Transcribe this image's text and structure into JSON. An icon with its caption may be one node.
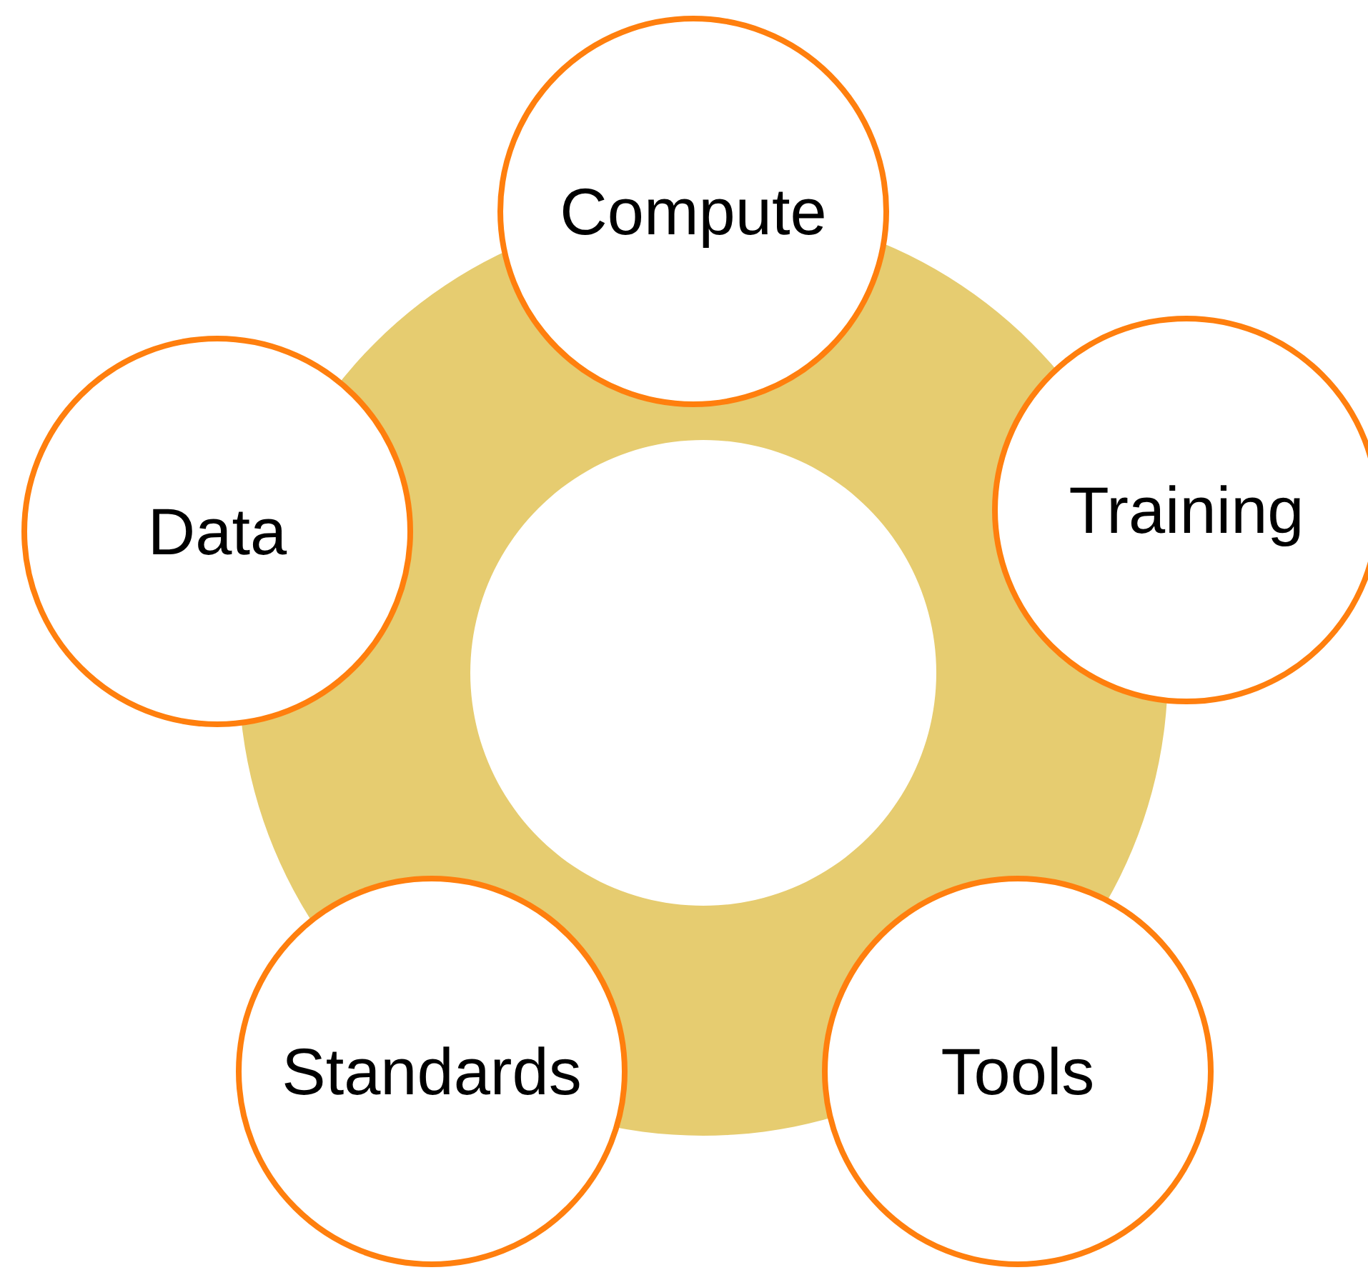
{
  "diagram": {
    "nodes": [
      {
        "text": [
          "Compute"
        ]
      },
      {
        "text": [
          "Training"
        ]
      },
      {
        "text": [
          "Data"
        ]
      },
      {
        "text": [
          "Standards"
        ]
      },
      {
        "text": [
          "Tools"
        ]
      }
    ],
    "edges": []
  }
}
